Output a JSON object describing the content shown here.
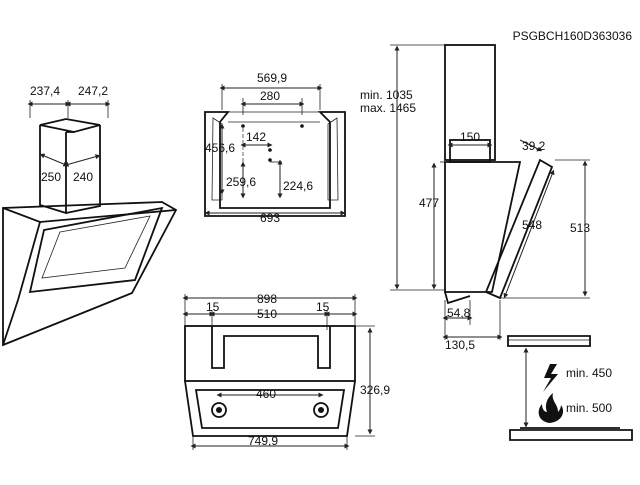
{
  "model_code": "PSGBCH160D363036",
  "perspective": {
    "dim_top_left": "237,4",
    "dim_top_right": "247,2",
    "dim_side_left": "250",
    "dim_side_right": "240"
  },
  "mounting": {
    "width_outer": "569,9",
    "width_inner": "280",
    "hole_spacing": "142",
    "height_left": "456,6",
    "height_mid": "259,6",
    "height_right": "224,6",
    "width_bottom": "693"
  },
  "side": {
    "chimney_min": "min. 1035",
    "chimney_max": "max. 1465",
    "chimney_width": "150",
    "panel_offset": "39,2",
    "body_height": "477",
    "panel_length": "548",
    "panel_height": "513",
    "base_offset": "54,8",
    "depth": "130,5"
  },
  "front": {
    "total_width": "898",
    "margin_left": "15",
    "inner_width": "510",
    "margin_right": "15",
    "filter_spacing": "460",
    "total_height": "326,9",
    "bottom_width": "749,9"
  },
  "clearance": {
    "electric_min": "min. 450",
    "gas_min": "min. 500"
  },
  "icons": {
    "electric": "lightning-icon",
    "gas": "flame-icon"
  }
}
